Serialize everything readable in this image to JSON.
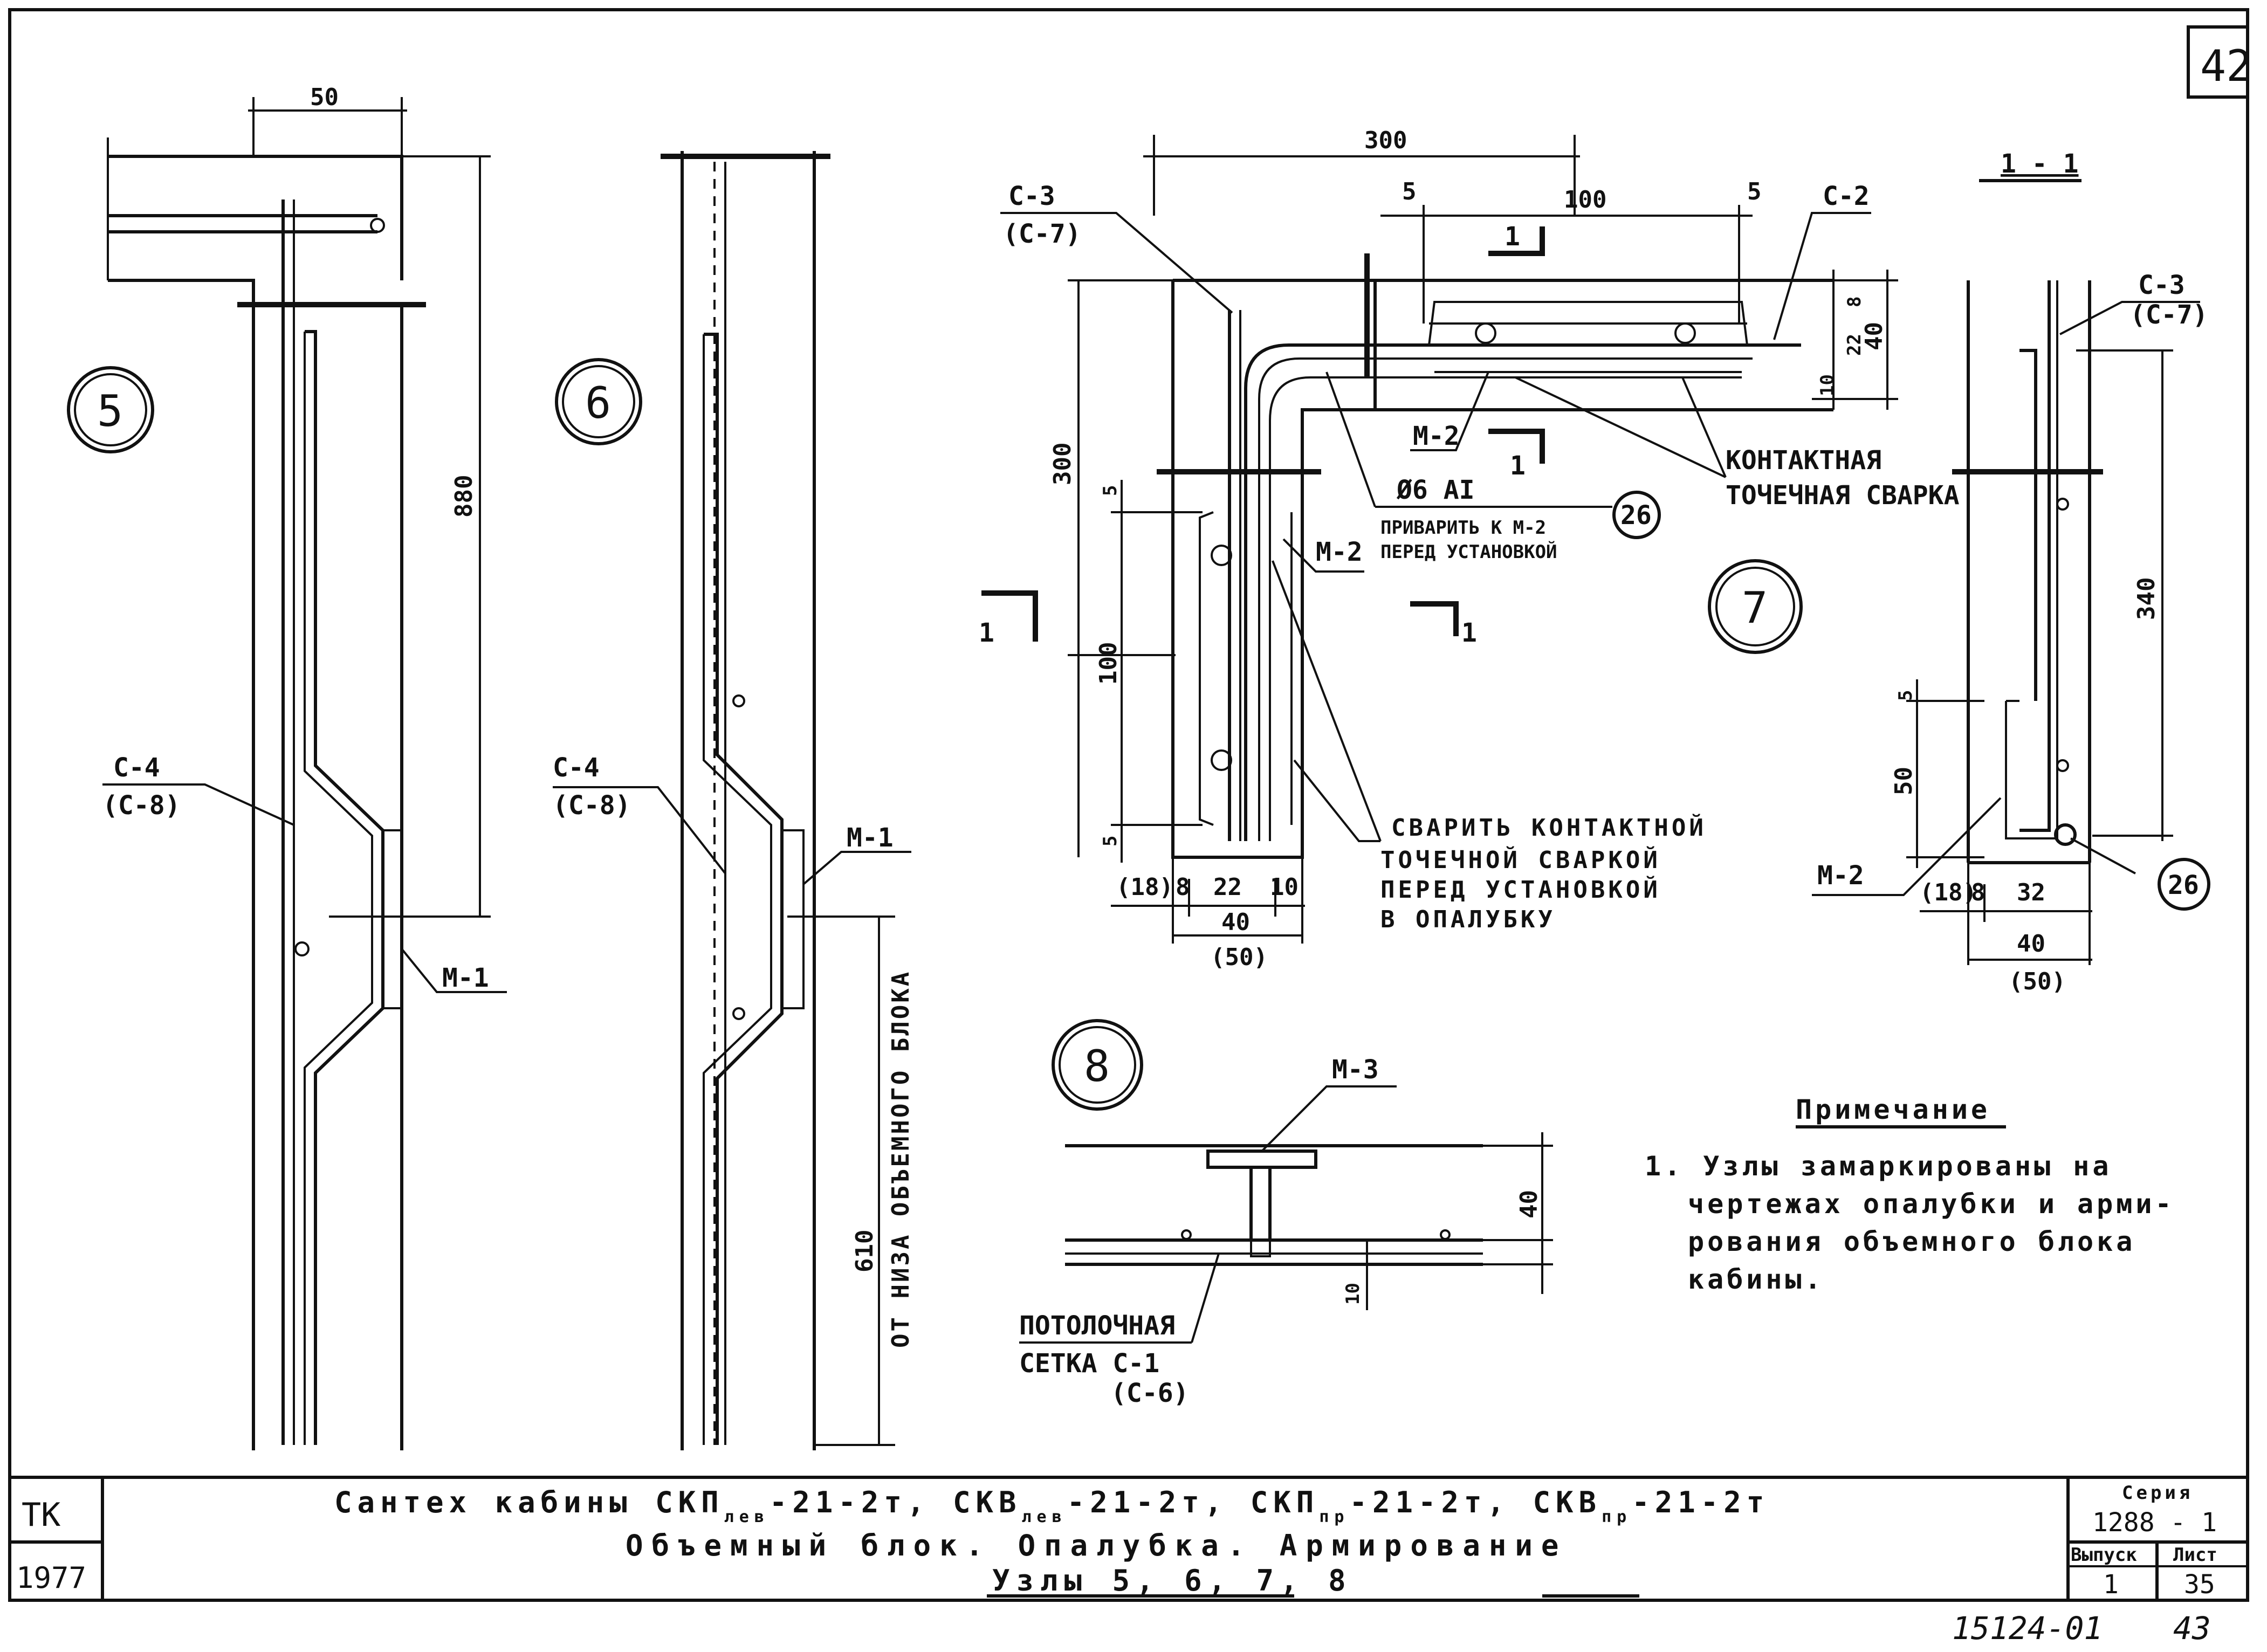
{
  "sheet_number": "42",
  "node5": {
    "circle": "5",
    "dim_top": "50",
    "dim_right": "880",
    "label_c4": "С-4",
    "label_c8": "(С-8)",
    "label_m1": "М-1"
  },
  "node6": {
    "circle": "6",
    "label_c4": "С-4",
    "label_c8": "(С-8)",
    "label_m1": "М-1",
    "dim_vertical": "610",
    "dim_vertical_note": "ОТ НИЗА ОБЪЕМНОГО БЛОКА"
  },
  "node7": {
    "circle": "7",
    "dim_300_top": "300",
    "dim_5_left": "5",
    "dim_100_top": "100",
    "dim_5_right": "5",
    "label_c3": "С-3",
    "label_c7": "(С-7)",
    "label_c2": "С-2",
    "section_mark": "1",
    "dim_8": "8",
    "dim_22": "22",
    "dim_10": "10",
    "dim_40": "40",
    "label_m2_top": "М-2",
    "label_contact_1": "КОНТАКТНАЯ",
    "label_contact_2": "ТОЧЕЧНАЯ СВАРКА",
    "label_rod": "Ø6 АI",
    "label_rod_note_1": "ПРИВАРИТЬ К М-2",
    "label_rod_note_2": "ПЕРЕД УСТАНОВКОЙ",
    "badge_26": "26",
    "dim_300_left": "300",
    "dim_5_v_top": "5",
    "dim_100_v": "100",
    "dim_5_v_bottom": "5",
    "label_m2_side": "М-2",
    "weld_note_1": "СВАРИТЬ КОНТАКТНОЙ",
    "weld_note_2": "ТОЧЕЧНОЙ СВАРКОЙ",
    "weld_note_3": "ПЕРЕД УСТАНОВКОЙ",
    "weld_note_4": "В ОПАЛУБКУ",
    "dim_b_18": "(18)",
    "dim_b_8": "8",
    "dim_b_22": "22",
    "dim_b_10": "10",
    "dim_b_40": "40",
    "dim_b_50": "(50)"
  },
  "section11": {
    "title": "1 - 1",
    "label_c3": "С-3",
    "label_c7": "(С-7)",
    "dim_340": "340",
    "dim_5": "5",
    "dim_50": "50",
    "label_m2": "М-2",
    "dim_18": "(18)",
    "dim_8": "8",
    "dim_32": "32",
    "dim_40": "40",
    "dim_50b": "(50)",
    "badge_26": "26"
  },
  "node8": {
    "circle": "8",
    "label_m3": "М-3",
    "dim_40": "40",
    "dim_10": "10",
    "label_mesh_1": "ПОТОЛОЧНАЯ",
    "label_mesh_2": "СЕТКА С-1",
    "label_mesh_3": "(С-6)"
  },
  "note": {
    "heading": "Примечание",
    "line1": "1. Узлы замаркированы на",
    "line2": "чертежах опалубки и арми-",
    "line3": "рования объемного блока",
    "line4": "кабины."
  },
  "title_block": {
    "stamp_top": "ТК",
    "stamp_year": "1977",
    "title_line1_a": "Сантех кабины СКП",
    "title_line1_a_sub": "лев",
    "title_line1_b": "-21-2т, СКВ",
    "title_line1_b_sub": "лев",
    "title_line1_c": "-21-2т,  СКП",
    "title_line1_c_sub": "пр",
    "title_line1_d": "-21-2т,  СКВ",
    "title_line1_d_sub": "пр",
    "title_line1_e": "-21-2т",
    "title_line2": "Объемный блок. Опалубка. Армирование",
    "title_line3": "Узлы 5, 6, 7, 8",
    "series_label": "Серия",
    "series_value": "1288 - 1",
    "issue_label": "Выпуск",
    "issue_value": "1",
    "sheet_label": "Лист",
    "sheet_value": "35"
  },
  "footer_code": "15124-01",
  "footer_page": "43"
}
